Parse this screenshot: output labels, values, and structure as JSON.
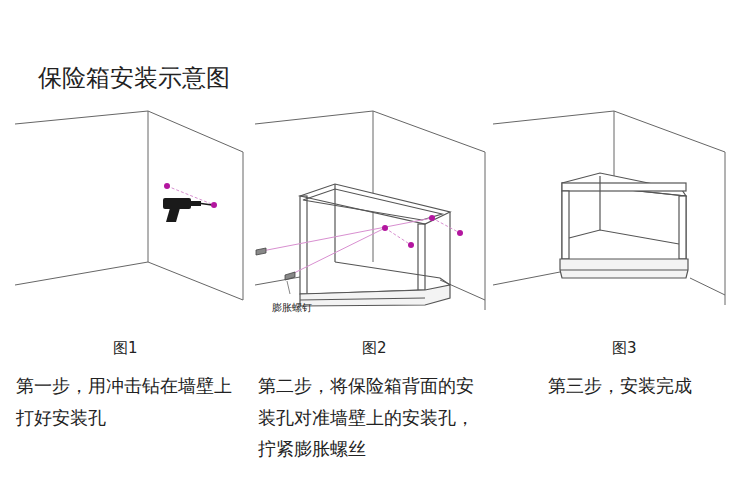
{
  "diagram": {
    "title": "保险箱安装示意图",
    "labels": [
      "膨胀螺钉",
      "图1",
      "图2",
      "图3",
      "第一步，用冲击钻在墙壁上 打好安装孔",
      "第二步，将保险箱背面的安 装孔对准墙壁上的安装孔， 拧紧膨胀螺丝",
      "第三步，安装完成"
    ]
  }
}
